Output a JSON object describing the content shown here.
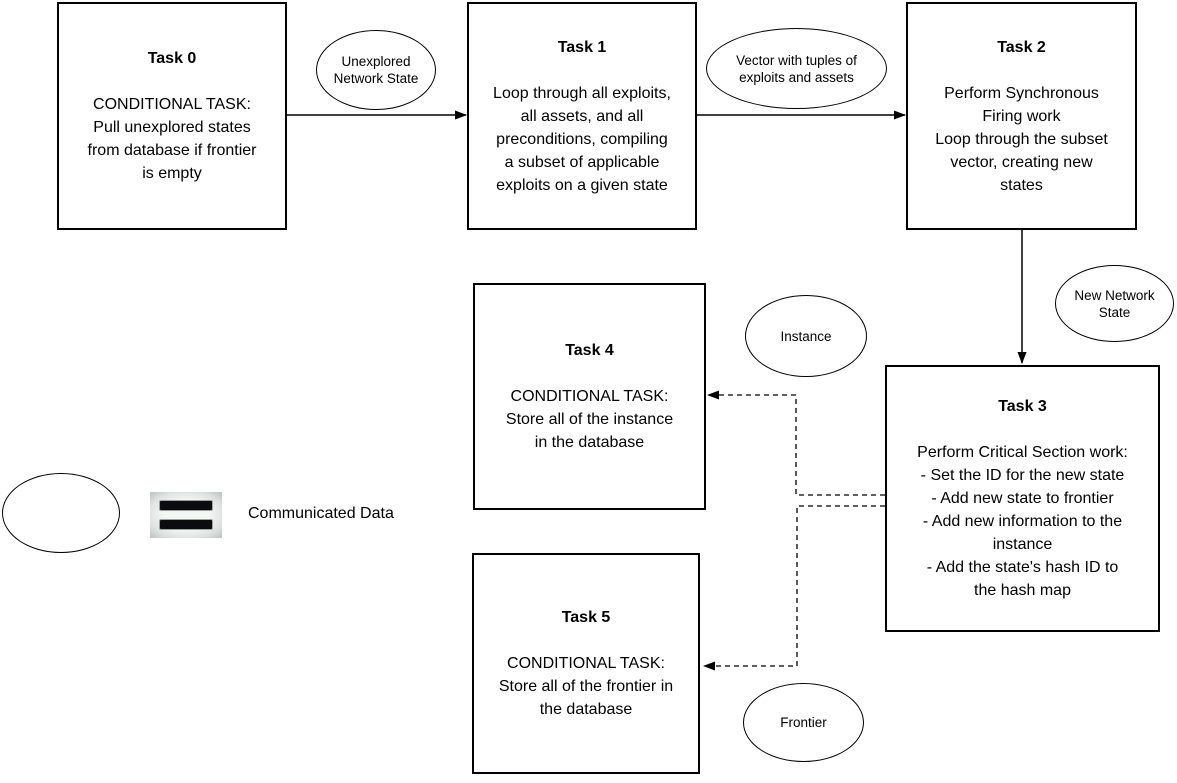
{
  "colors": {
    "stroke": "#000000",
    "fill": "#ffffff",
    "equals_bar": "#0c0c10"
  },
  "nodes": {
    "task0": {
      "title": "Task 0",
      "body": "CONDITIONAL TASK:\nPull unexplored states\nfrom database if frontier\nis empty"
    },
    "task1": {
      "title": "Task 1",
      "body": "Loop through all exploits,\nall assets, and all\npreconditions, compiling\na subset of applicable\nexploits on a given state"
    },
    "task2": {
      "title": "Task 2",
      "body": "Perform Synchronous\nFiring work\nLoop through the subset\nvector, creating new\nstates"
    },
    "task3": {
      "title": "Task 3",
      "body": "Perform Critical Section work:\n- Set the ID for the new state\n- Add new state to frontier\n- Add new information to the\ninstance\n- Add the state's hash ID to\nthe hash map"
    },
    "task4": {
      "title": "Task 4",
      "body": "CONDITIONAL TASK:\nStore all of the instance\nin the database"
    },
    "task5": {
      "title": "Task 5",
      "body": "CONDITIONAL TASK:\nStore all of the frontier in\nthe database"
    }
  },
  "data_ellipses": {
    "unexplored": {
      "label": "Unexplored\nNetwork State"
    },
    "vector": {
      "label": "Vector with tuples of\nexploits and assets"
    },
    "new_state": {
      "label": "New Network\nState"
    },
    "instance": {
      "label": "Instance"
    },
    "frontier": {
      "label": "Frontier"
    }
  },
  "legend": {
    "icon": "equals-icon",
    "symbol": "ellipse",
    "label": "Communicated Data"
  }
}
